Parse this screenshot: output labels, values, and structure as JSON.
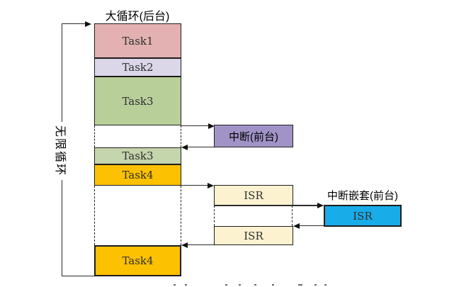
{
  "titles": {
    "background_loop": "大循环(后台)",
    "infinite_loop": "无限循环",
    "nested_interrupt": "中断嵌套(前台)"
  },
  "boxes": {
    "task1": {
      "label": "Task1",
      "color": "#e3b1b1"
    },
    "task2": {
      "label": "Task2",
      "color": "#dbd7e9"
    },
    "task3_first": {
      "label": "Task3",
      "color": "#b8cf9a"
    },
    "task3_resumed": {
      "label": "Task3",
      "color": "#c5d5ac"
    },
    "task4_first": {
      "label": "Task4",
      "color": "#fcc101"
    },
    "task4_resumed": {
      "label": "Task4",
      "color": "#fcc101"
    },
    "interrupt": {
      "label": "中断(前台)",
      "color": "#a193c7"
    },
    "isr_first": {
      "label": "ISR",
      "color": "#fcf2cf"
    },
    "isr_resumed": {
      "label": "ISR",
      "color": "#fcf2cf"
    },
    "isr_nested": {
      "label": "ISR",
      "color": "#18ace9"
    }
  }
}
